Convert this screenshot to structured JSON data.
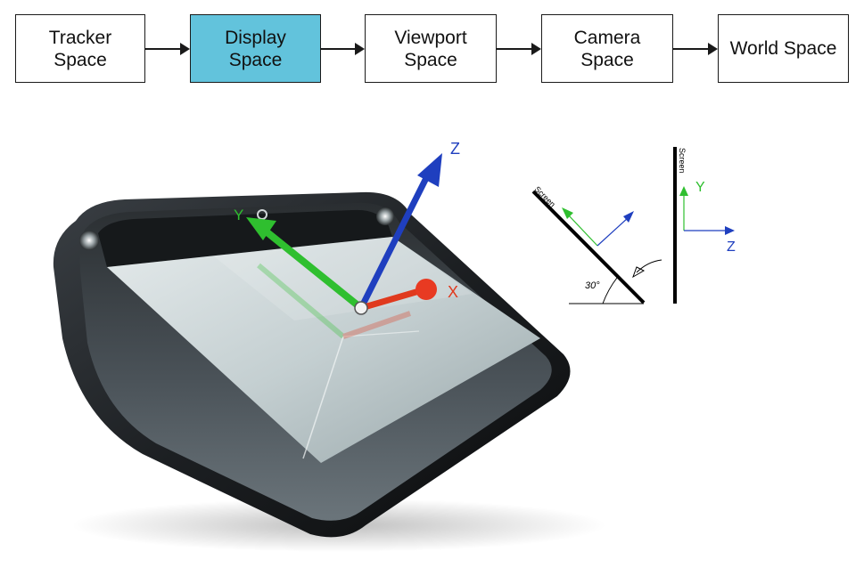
{
  "pipeline": {
    "stages": [
      {
        "label": "Tracker\nSpace",
        "highlighted": false
      },
      {
        "label": "Display\nSpace",
        "highlighted": true
      },
      {
        "label": "Viewport\nSpace",
        "highlighted": false
      },
      {
        "label": "Camera\nSpace",
        "highlighted": false
      },
      {
        "label": "World Space",
        "highlighted": false
      }
    ],
    "highlight_color": "#62c3dc"
  },
  "device_axes": {
    "x_label": "X",
    "y_label": "Y",
    "z_label": "Z",
    "x_color": "#e03a1e",
    "y_color": "#2fbf2f",
    "z_color": "#1f3fbf"
  },
  "tilt_diagram": {
    "screen_label_tilted": "Screen",
    "screen_label_vertical": "Screen",
    "angle_label": "30°",
    "y_label": "Y",
    "z_label": "Z"
  }
}
